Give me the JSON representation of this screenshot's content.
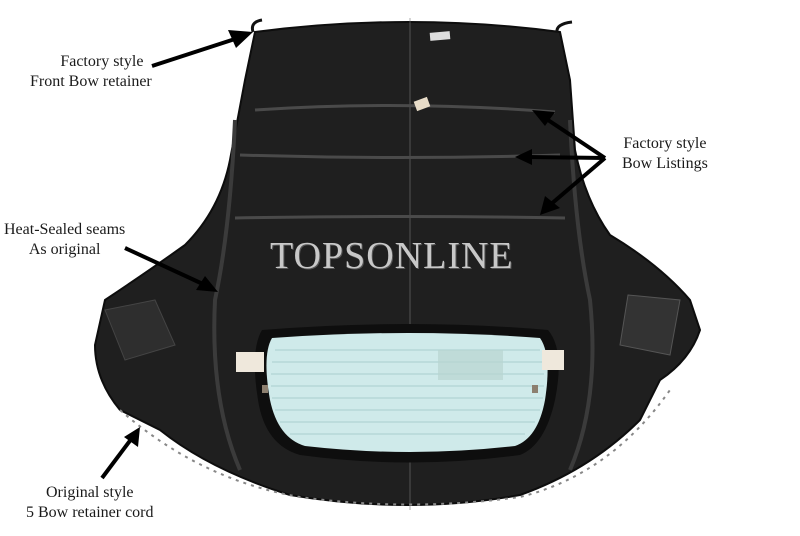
{
  "image": {
    "description": "Black convertible soft top product photo with glass rear window and annotated features",
    "background": "#ffffff",
    "fabric_color": "#1f1f1f",
    "glass_color": "#cfeaea"
  },
  "watermark": {
    "text": "TOPSONLINE"
  },
  "annotations": [
    {
      "id": "front-bow",
      "line1": "Factory style",
      "line2": "Front Bow retainer"
    },
    {
      "id": "bow-listings",
      "line1": "Factory style",
      "line2": "Bow Listings"
    },
    {
      "id": "heat-sealed",
      "line1": "Heat-Sealed seams",
      "line2": "As original"
    },
    {
      "id": "retainer-cord",
      "line1": "Original style",
      "line2": "5 Bow retainer cord"
    }
  ]
}
